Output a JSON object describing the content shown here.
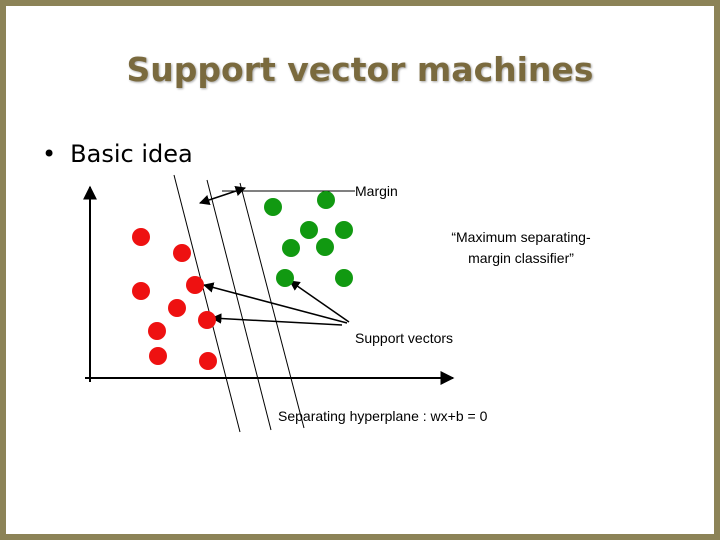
{
  "slide": {
    "title": "Support vector machines",
    "bullet": "Basic idea"
  },
  "diagram": {
    "labels": {
      "margin": "Margin",
      "classifier_line1": "“Maximum separating-",
      "classifier_line2": "margin classifier”",
      "support_vectors": "Support vectors",
      "hyperplane": "Separating hyperplane : wx+b = 0"
    },
    "colors": {
      "class_red": "#ee1111",
      "class_green": "#119911",
      "frame": "#8c8357",
      "title": "#7a6a3e"
    },
    "classes": [
      "red-class",
      "green-class"
    ]
  }
}
